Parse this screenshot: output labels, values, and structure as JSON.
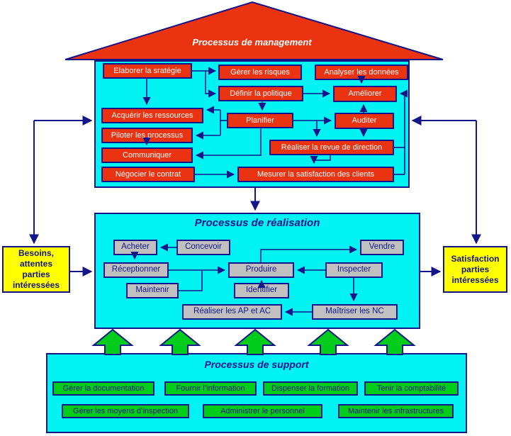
{
  "colors": {
    "red": "#ea3310",
    "cyan": "#00f2f2",
    "navy": "#15158a",
    "yellow": "#ffff00",
    "green": "#00cc1b",
    "gray": "#c0c0c0",
    "box_text_on_red": "#ffffff"
  },
  "roof": {
    "title": "Processus de management"
  },
  "management": {
    "boxes": [
      {
        "label": "Elaborer la sratégie"
      },
      {
        "label": "Gérer les risques"
      },
      {
        "label": "Analyser les données"
      },
      {
        "label": "Définir la politique"
      },
      {
        "label": "Améliorer"
      },
      {
        "label": "Acquérir les ressources"
      },
      {
        "label": "Planifier"
      },
      {
        "label": "Auditer"
      },
      {
        "label": "Piloter les processus"
      },
      {
        "label": "Réaliser la revue de direction"
      },
      {
        "label": "Communiquer"
      },
      {
        "label": "Négocier le contrat"
      },
      {
        "label": "Mesurer la satisfaction des clients"
      }
    ]
  },
  "realisation": {
    "title": "Processus de réalisation",
    "boxes": [
      {
        "label": "Acheter"
      },
      {
        "label": "Concevoir"
      },
      {
        "label": "Vendre"
      },
      {
        "label": "Réceptionner"
      },
      {
        "label": "Produire"
      },
      {
        "label": "Inspecter"
      },
      {
        "label": "Maintenir"
      },
      {
        "label": "Identifier"
      },
      {
        "label": "Réaliser les AP et AC"
      },
      {
        "label": "Maîtriser les NC"
      }
    ]
  },
  "support": {
    "title": "Processus de support",
    "boxes": [
      {
        "label": "Gérer la documentation"
      },
      {
        "label": "Fournir l’information"
      },
      {
        "label": "Dispenser la formation"
      },
      {
        "label": "Tenir la comptabilité"
      },
      {
        "label": "Gérer les moyens d’inspection"
      },
      {
        "label": "Administrer le personnel"
      },
      {
        "label": "Maintenir les infrastructures"
      }
    ]
  },
  "stakeholders": {
    "left": {
      "label": "Besoins,\nattentes\nparties\nintéressées"
    },
    "right": {
      "label": "Satisfaction\nparties\nintéressées"
    }
  }
}
